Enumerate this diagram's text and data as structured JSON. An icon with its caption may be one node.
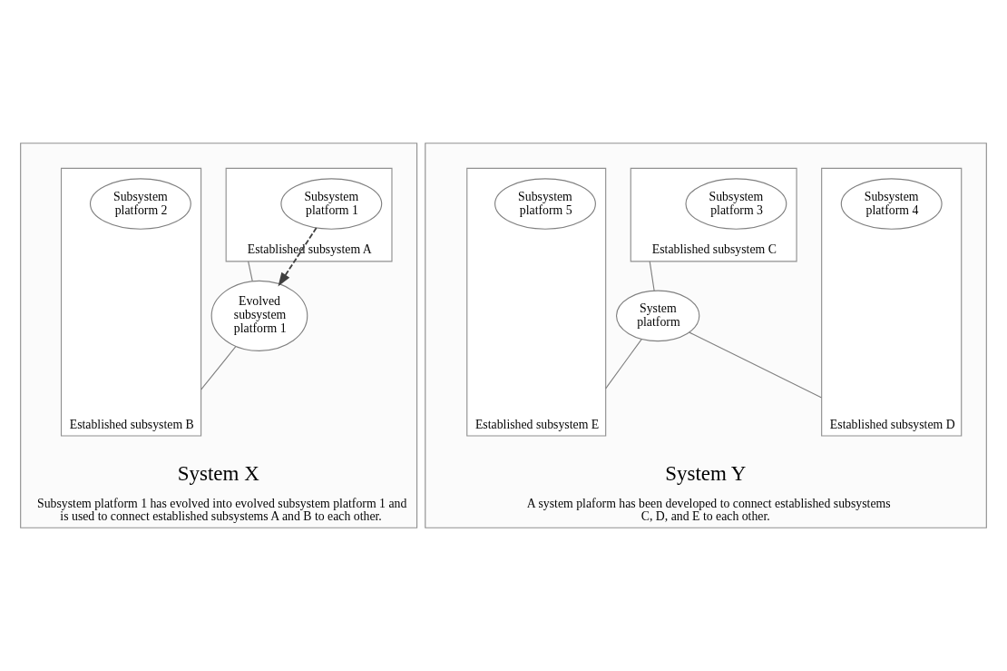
{
  "diagram": {
    "nodes": [
      {
        "text": [
          "System X",
          "Subsystem platform 1 has evolved into evolved subsystem platform 1 and is used to connect established subsystems A and B to each other."
        ]
      },
      {
        "text": [
          "Established subsystem A"
        ],
        "in": 0
      },
      {
        "text": [
          "Subsystem platform 1"
        ],
        "in": 1
      },
      {
        "text": [
          "Evolved subsystem platform 1"
        ],
        "in": 0
      },
      {
        "text": [
          "Established subsystem B"
        ],
        "in": 0
      },
      {
        "text": [
          "Subsystem platform 2"
        ],
        "in": 4
      },
      {
        "text": [
          "System Y",
          "A system plaform has been developed to connect established subsystems C, D, and E to each other."
        ]
      },
      {
        "text": [
          "Established subsystem C"
        ],
        "in": 6
      },
      {
        "text": [
          "Subsystem platform 3"
        ],
        "in": 7
      },
      {
        "text": [
          "System platform"
        ],
        "in": 6
      },
      {
        "text": [
          "Established subsystem D"
        ],
        "in": 6
      },
      {
        "text": [
          "Subsystem platform 4"
        ],
        "in": 10
      },
      {
        "text": [
          "Established subsystem E"
        ],
        "in": 6
      },
      {
        "text": [
          "Subsystem platform 5"
        ],
        "in": 12
      }
    ],
    "edges": [
      {
        "from": 1,
        "to": 3,
        "arrow": "none"
      },
      {
        "from": 2,
        "to": 3,
        "arrow": "to",
        "style": "dashed"
      },
      {
        "from": 3,
        "to": 4,
        "arrow": "none"
      },
      {
        "from": 7,
        "to": 9,
        "arrow": "none"
      },
      {
        "from": 9,
        "to": 10,
        "arrow": "none"
      },
      {
        "from": 9,
        "to": 12,
        "arrow": "none"
      }
    ]
  }
}
